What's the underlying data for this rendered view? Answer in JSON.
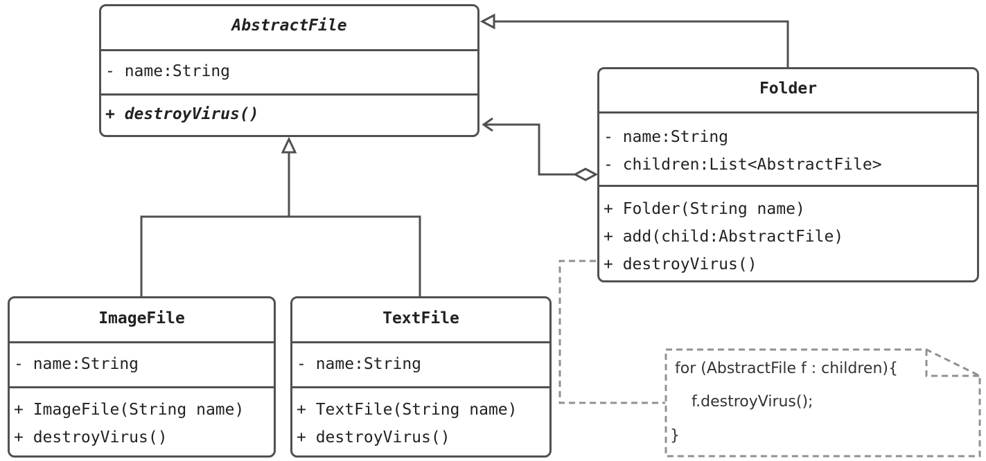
{
  "classes": {
    "abstract_file": {
      "name": "AbstractFile",
      "attributes": [
        "- name:String"
      ],
      "operations": [
        "+ destroyVirus()"
      ]
    },
    "folder": {
      "name": "Folder",
      "attributes": [
        "- name:String",
        "- children:List<AbstractFile>"
      ],
      "operations": [
        "+ Folder(String name)",
        "+ add(child:AbstractFile)",
        "+ destroyVirus()"
      ]
    },
    "image_file": {
      "name": "ImageFile",
      "attributes": [
        "- name:String"
      ],
      "operations": [
        "+ ImageFile(String name)",
        "+ destroyVirus()"
      ]
    },
    "text_file": {
      "name": "TextFile",
      "attributes": [
        "- name:String"
      ],
      "operations": [
        "+ TextFile(String name)",
        "+ destroyVirus()"
      ]
    }
  },
  "note": {
    "lines": [
      "for (AbstractFile f : children){",
      "f.destroyVirus();",
      "}"
    ]
  },
  "colors": {
    "stroke": "#505050",
    "dashed": "#909090"
  }
}
